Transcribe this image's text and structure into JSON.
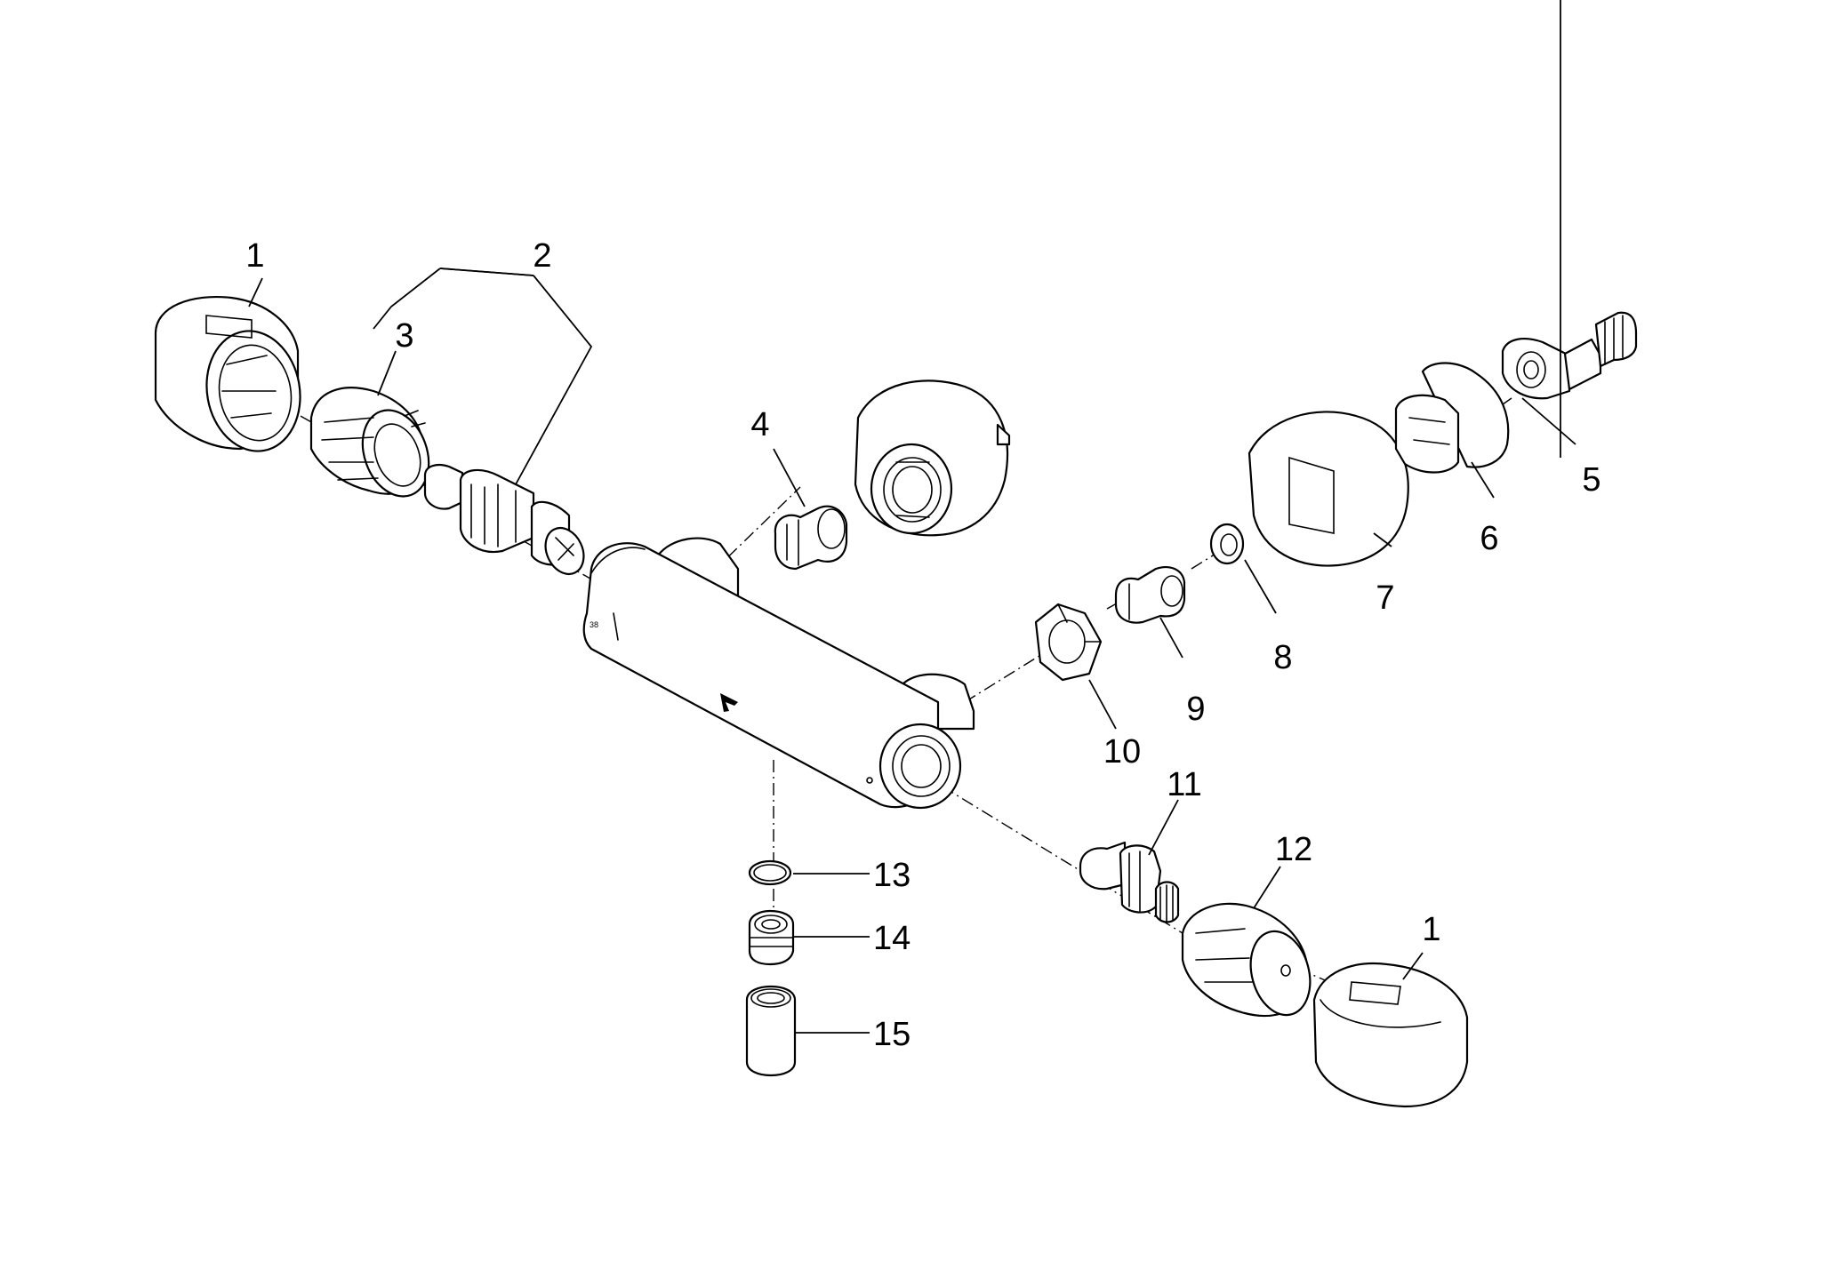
{
  "callouts": [
    {
      "id": "1a",
      "text": "1"
    },
    {
      "id": "2",
      "text": "2"
    },
    {
      "id": "3",
      "text": "3"
    },
    {
      "id": "4",
      "text": "4"
    },
    {
      "id": "5",
      "text": "5"
    },
    {
      "id": "6",
      "text": "6"
    },
    {
      "id": "7",
      "text": "7"
    },
    {
      "id": "8",
      "text": "8"
    },
    {
      "id": "9",
      "text": "9"
    },
    {
      "id": "10",
      "text": "10"
    },
    {
      "id": "11",
      "text": "11"
    },
    {
      "id": "12",
      "text": "12"
    },
    {
      "id": "1b",
      "text": "1"
    },
    {
      "id": "13",
      "text": "13"
    },
    {
      "id": "14",
      "text": "14"
    },
    {
      "id": "15",
      "text": "15"
    }
  ],
  "colors": {
    "line": "#000000",
    "background": "#ffffff"
  }
}
